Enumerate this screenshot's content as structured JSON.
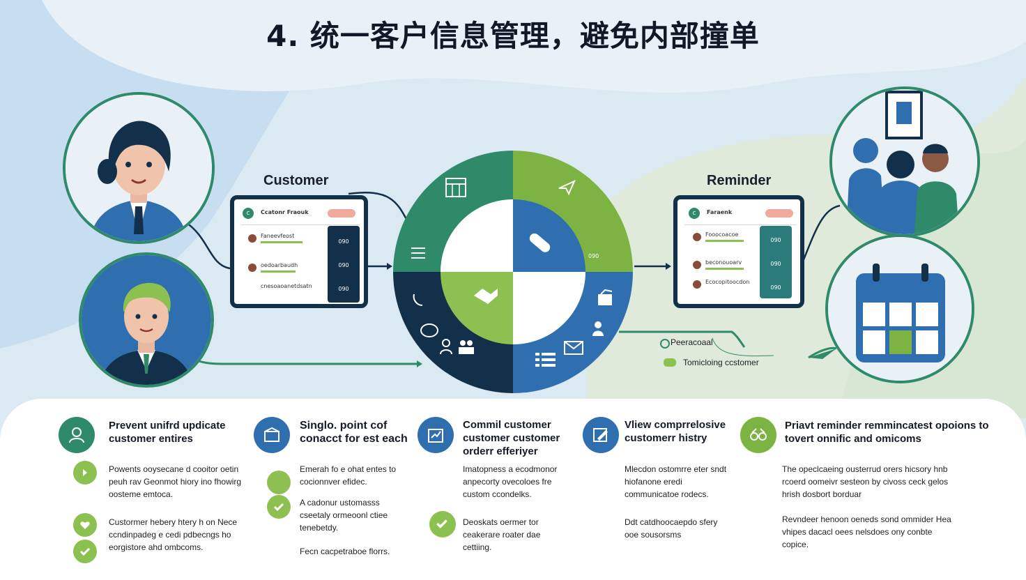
{
  "title": "4. 统一客户信息管理，避免内部撞单",
  "customer_label": "Customer",
  "reminder_label": "Reminder",
  "customer_card": {
    "header": "Ccatonr Fraouk",
    "rows": [
      "Faneevfeost",
      "oedoarbaudh",
      "cnesoaoanetdsatn"
    ],
    "buttons": [
      "090",
      "090",
      "090"
    ]
  },
  "reminder_card": {
    "header": "Faraenk",
    "rows": [
      "Fooocoacoe",
      "beconouoarv",
      "Ecocopitoocdon"
    ],
    "buttons": [
      "090",
      "090",
      "090"
    ]
  },
  "wheel": {
    "center_icon": "handshake-icon",
    "segment_icons": [
      "calendar-icon",
      "plane-icon",
      "menu-icon",
      "pill-icon",
      "phone-icon",
      "chat-icon",
      "people-icon",
      "list-icon",
      "envelope-icon",
      "user-icon"
    ],
    "segment_text": "090"
  },
  "legend": [
    {
      "label": "Peeracoaal"
    },
    {
      "label": "Tomicloing ccstomer"
    }
  ],
  "colors": {
    "teal": "#2f8a6a",
    "navy": "#123049",
    "green": "#8cc152",
    "blue": "#2f6fb0",
    "lime": "#7cb342"
  },
  "features": [
    {
      "heading": "Prevent unifrd updicate customer entires",
      "icon": "user-icon",
      "color": "#2f8a6a",
      "items": [
        {
          "text": "Powents ooysecane d cooitor oetin peuh rav Geonmot hiory ino fhowirg oosteme emtoca."
        },
        {
          "text": "Custormer hebery htery h on Nece ccndinpadeg e cedi pdbecngs ho eorgistore ahd ombcoms."
        }
      ]
    },
    {
      "heading": "Singlo. point cof conacct for est each",
      "icon": "box-icon",
      "color": "#2f6fb0",
      "items": [
        {
          "text": "Emerah fo e ohat entes to cocionnver efidec."
        },
        {
          "text": "A cadonur ustomasss cseetaly ormeoonl ctiee tenebetdy."
        },
        {
          "text": "Fecn cacpetraboe florrs."
        }
      ]
    },
    {
      "heading": "Commil customer customer customer orderr efferiyer",
      "icon": "chart-icon",
      "color": "#2f6fb0",
      "items": [
        {
          "text": "Imatopness a ecodmonor anpecorty ovecoloes fre custom ccondelks."
        },
        {
          "text": "Deoskats oermer tor ceakerare roater dae cettiing."
        }
      ]
    },
    {
      "heading": "Vliew comprrelosive customerr histry",
      "icon": "pencil-icon",
      "color": "#2f6fb0",
      "items": [
        {
          "text": "Mlecdon ostomrre eter sndt hiofanone eredi communicatoe rodecs."
        },
        {
          "text": "Ddt catdhoocaepdo sfery ooe sousorsms"
        }
      ]
    },
    {
      "heading": "Priavt reminder remmincatest opoions to tovert onnific and omicoms",
      "icon": "glasses-icon",
      "color": "#7cb342",
      "items": [
        {
          "text": "The opeclcaeing ousterrud orers hicsory hnb rcoerd oomeivr sesteon by civoss ceck gelos hrish dosbort borduar"
        },
        {
          "text": "Revndeer henoon oeneds sond ommider Hea vhipes dacacl oees nelsdoes ony conbte copice."
        }
      ]
    }
  ]
}
